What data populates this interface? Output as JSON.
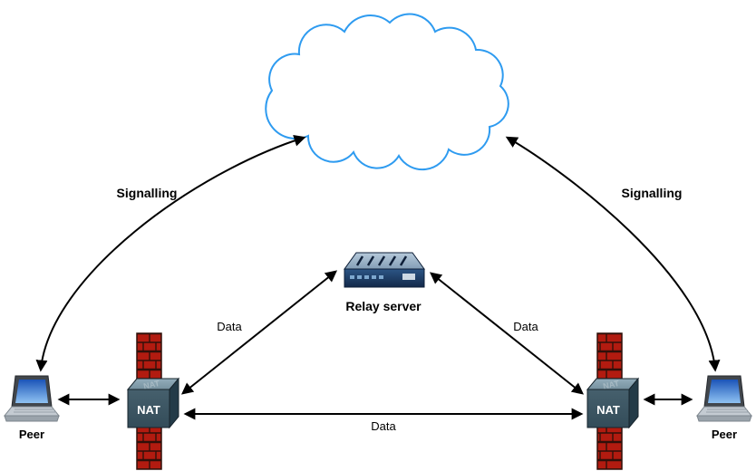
{
  "nodes": {
    "relay_server": {
      "label": "Relay server"
    },
    "nat_left": {
      "label": "NAT"
    },
    "nat_right": {
      "label": "NAT"
    },
    "peer_left": {
      "label": "Peer"
    },
    "peer_right": {
      "label": "Peer"
    }
  },
  "edges": {
    "signalling_left": {
      "label": "Signalling"
    },
    "signalling_right": {
      "label": "Signalling"
    },
    "data_left": {
      "label": "Data"
    },
    "data_right": {
      "label": "Data"
    },
    "data_bottom": {
      "label": "Data"
    }
  },
  "colors": {
    "cloud_stroke": "#2e9bf0",
    "arrow": "#000000",
    "firewall_brick": "#b21b10",
    "firewall_mortar": "#30100a",
    "cube_front": "#3d5866",
    "cube_top": "#8aa6b4",
    "cube_side": "#243b48",
    "server_front": "#1d3b66",
    "server_top": "#a0b8cc",
    "laptop_screen": "#2b6fd4",
    "laptop_body": "#c4cbd2"
  }
}
